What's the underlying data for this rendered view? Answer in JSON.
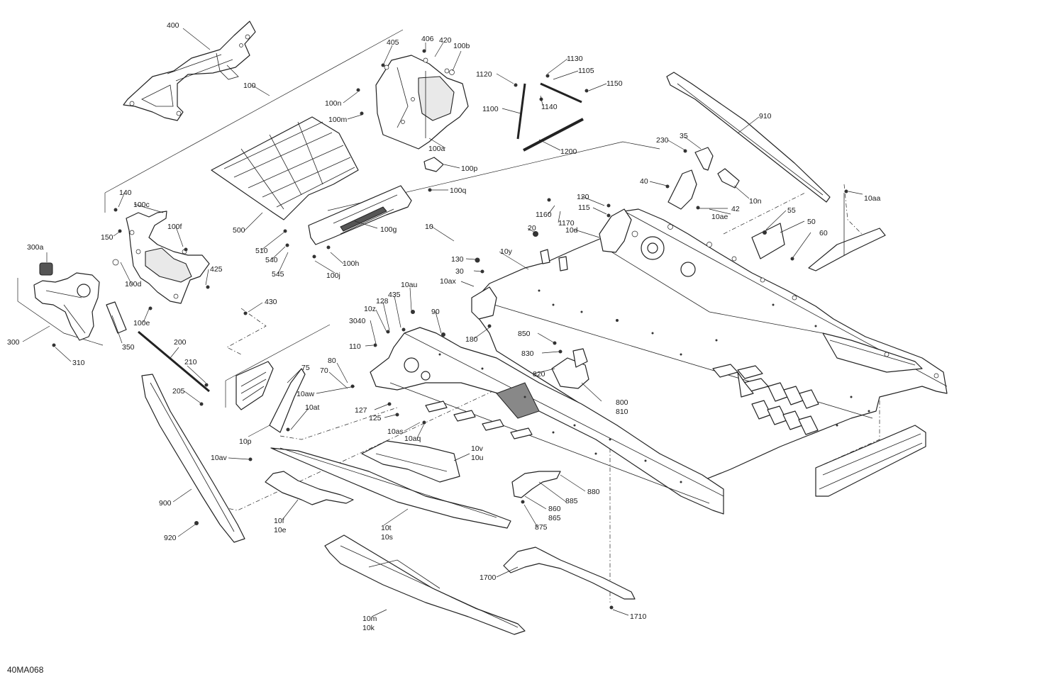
{
  "reference_code": "40MA068",
  "labels": [
    "400",
    "100",
    "405",
    "406",
    "420",
    "100b",
    "100n",
    "100m",
    "100a",
    "1130",
    "1120",
    "1105",
    "1150",
    "1140",
    "1100",
    "1200",
    "910",
    "230",
    "35",
    "40",
    "10n",
    "10aa",
    "10ae",
    "42",
    "55",
    "50",
    "60",
    "140",
    "100c",
    "150",
    "100f",
    "300a",
    "425",
    "100d",
    "100e",
    "300",
    "350",
    "310",
    "430",
    "500",
    "510",
    "540",
    "545",
    "100g",
    "100h",
    "100j",
    "100p",
    "100q",
    "10",
    "120",
    "115",
    "1160",
    "1170",
    "20",
    "10d",
    "130",
    "30",
    "10y",
    "10ax",
    "10au",
    "435",
    "128",
    "10z",
    "3040",
    "90",
    "110",
    "180",
    "850",
    "830",
    "820",
    "800",
    "810",
    "80",
    "70",
    "10aw",
    "75",
    "127",
    "125",
    "10at",
    "200",
    "210",
    "205",
    "10p",
    "10as",
    "10aq",
    "10v",
    "10u",
    "10av",
    "900",
    "920",
    "10f",
    "10e",
    "10t",
    "10s",
    "880",
    "885",
    "860",
    "865",
    "875",
    "1700",
    "1710",
    "10m",
    "10k"
  ]
}
